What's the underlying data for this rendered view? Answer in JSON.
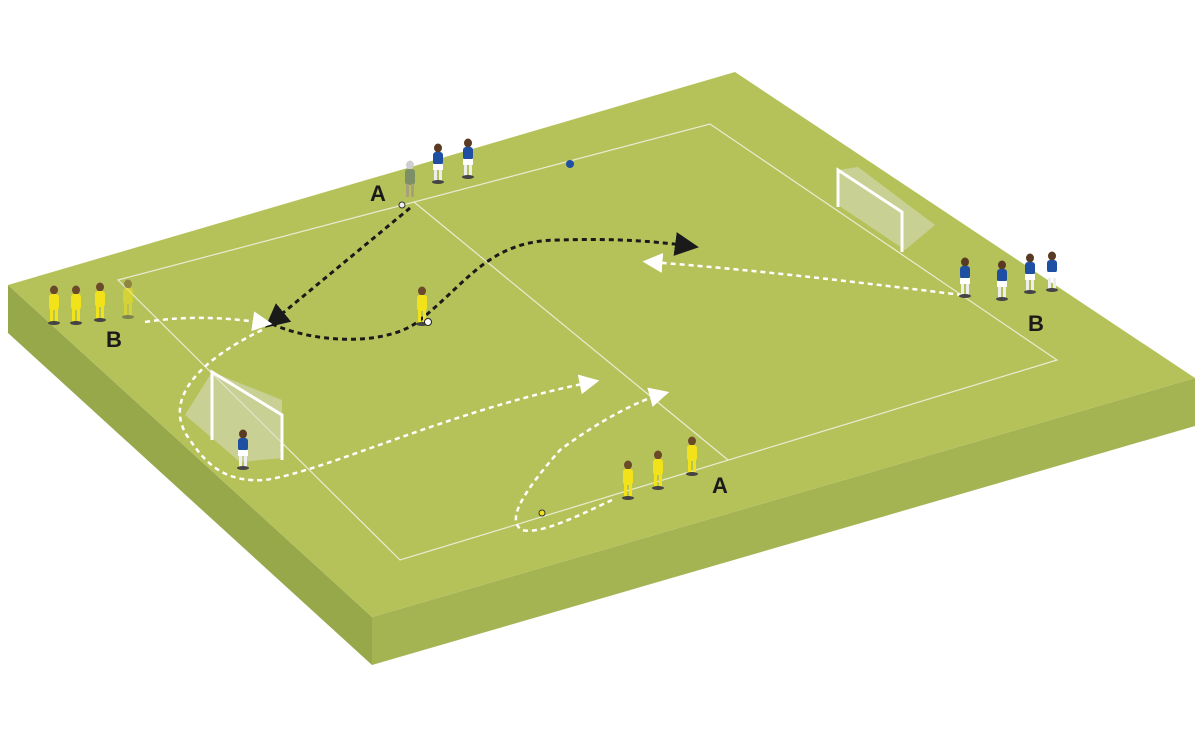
{
  "diagram": {
    "labels": {
      "top_group": "A",
      "left_group": "B",
      "right_group": "B",
      "bottom_group": "A"
    },
    "colors": {
      "pitch_top": "#b5c25a",
      "pitch_side_left": "#97a84b",
      "pitch_side_front": "#a4b452",
      "lines": "#e8ecd2",
      "team_yellow": "#f2e21a",
      "team_blue": "#1e4fa3",
      "coach": "#7d8f66",
      "pass_arrow": "#1a1a1a",
      "run_arrow": "#ffffff"
    },
    "icons": [
      "player-yellow",
      "player-blue",
      "goal",
      "ball",
      "cone"
    ]
  }
}
